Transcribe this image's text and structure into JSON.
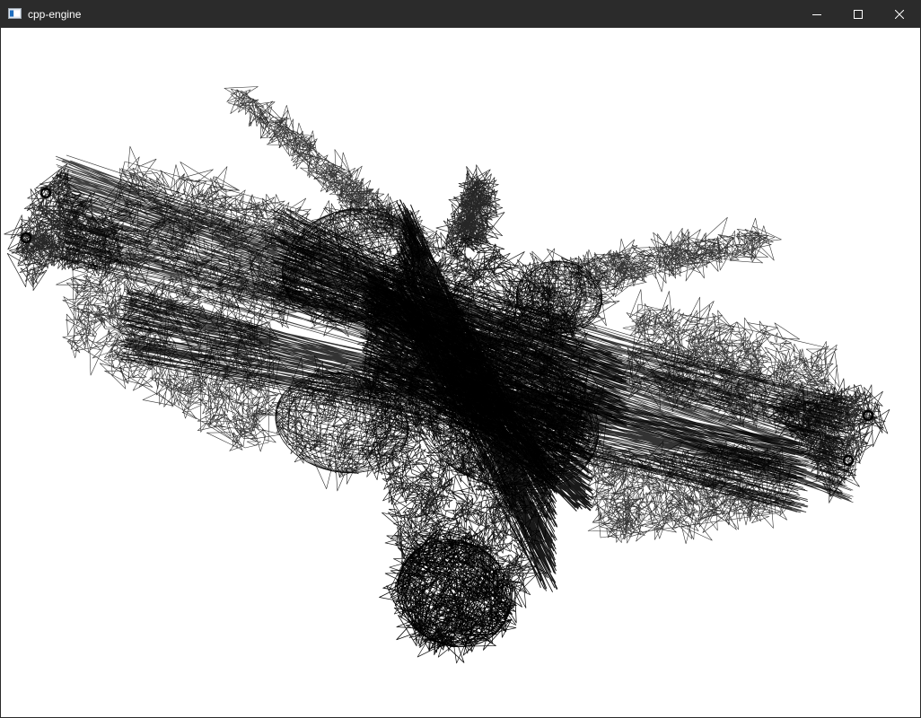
{
  "window": {
    "title": "cpp-engine",
    "app_icon": "app-window-icon",
    "controls": [
      {
        "name": "minimize",
        "icon": "minimize-icon"
      },
      {
        "name": "maximize",
        "icon": "maximize-icon"
      },
      {
        "name": "close",
        "icon": "close-icon"
      }
    ]
  },
  "colors": {
    "titlebar_bg": "#2b2b2b",
    "titlebar_text": "#ffffff",
    "viewport_bg": "#ffffff",
    "wireframe": "#000000"
  }
}
